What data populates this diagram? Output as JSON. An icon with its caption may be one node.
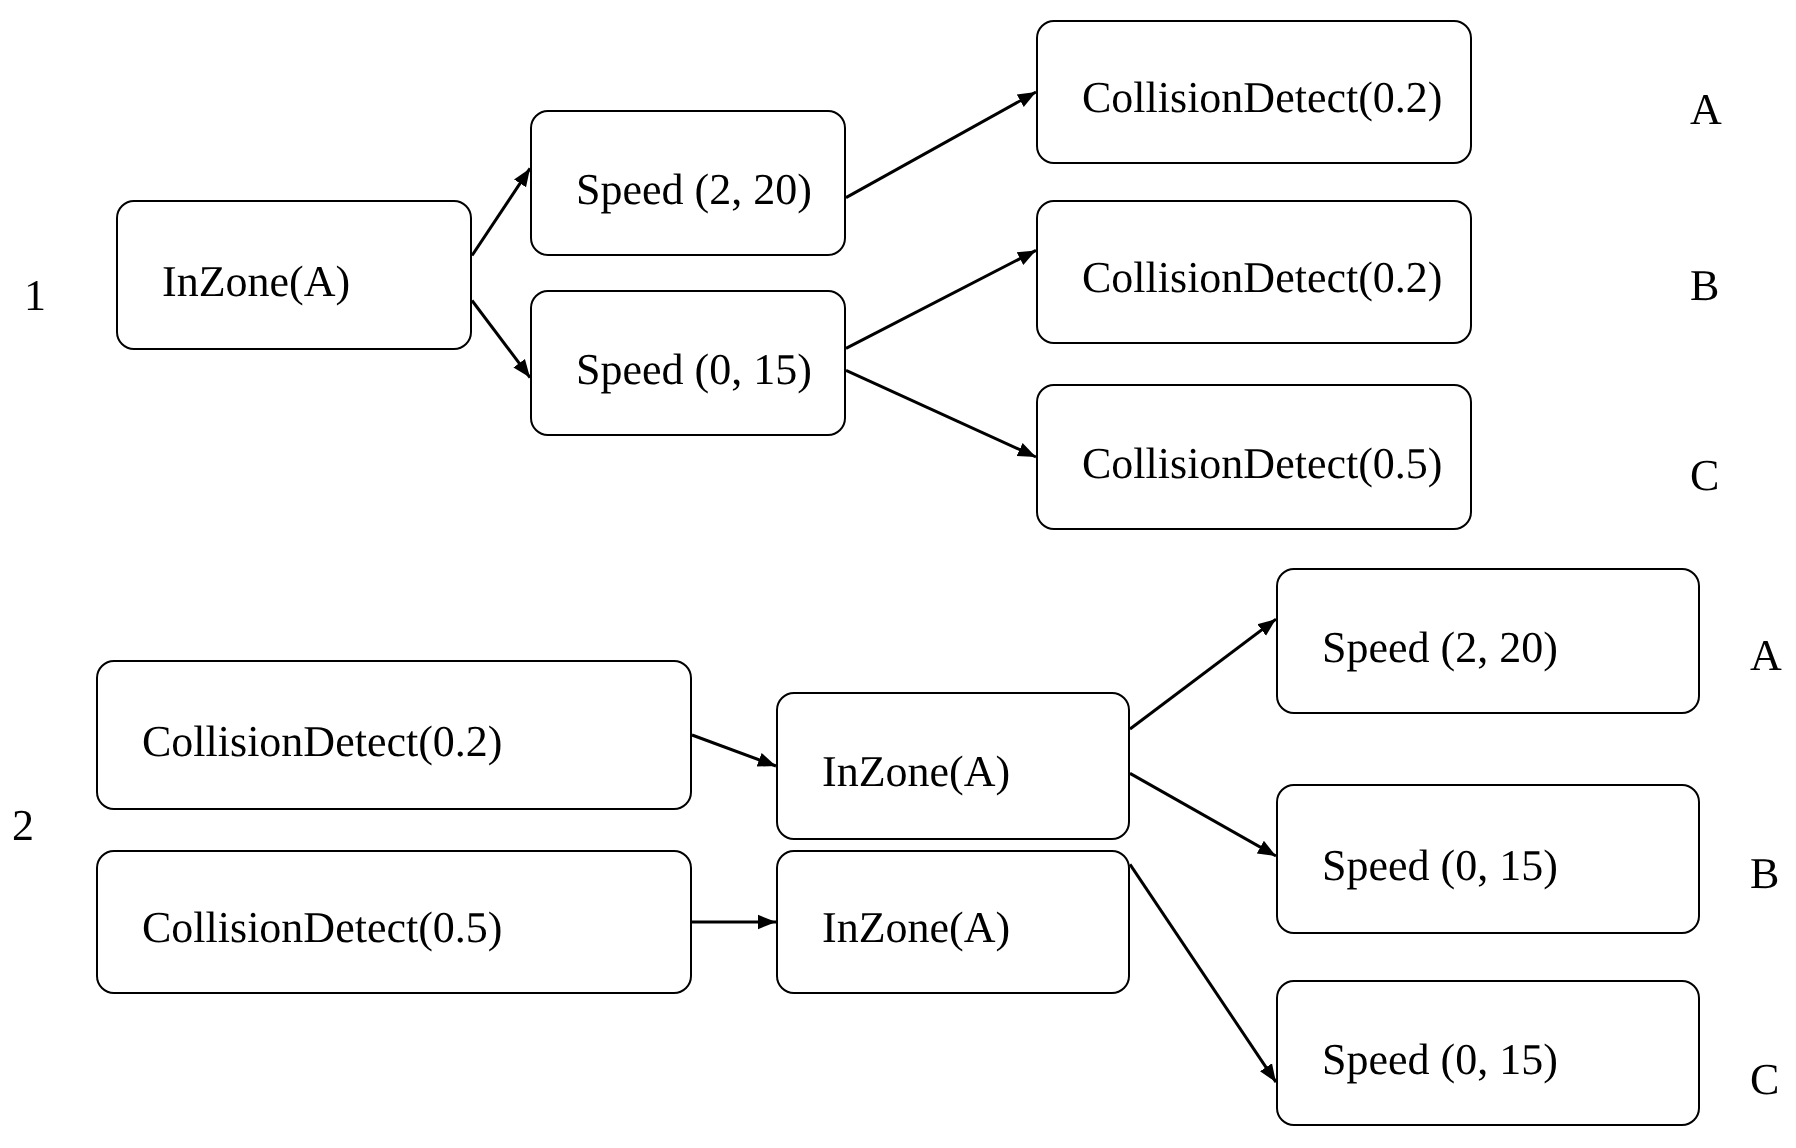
{
  "diagram": {
    "nodes": [
      {
        "text": [
          "InZone(A)"
        ]
      },
      {
        "text": [
          "Speed (2, 20)"
        ]
      },
      {
        "text": [
          "Speed (0, 15)"
        ]
      },
      {
        "text": [
          "CollisionDetect(0.2)"
        ]
      },
      {
        "text": [
          "CollisionDetect(0.2)"
        ]
      },
      {
        "text": [
          "CollisionDetect(0.5)"
        ]
      },
      {
        "text": [
          "CollisionDetect(0.2)"
        ]
      },
      {
        "text": [
          "CollisionDetect(0.5)"
        ]
      },
      {
        "text": [
          "InZone(A)"
        ]
      },
      {
        "text": [
          "InZone(A)"
        ]
      },
      {
        "text": [
          "Speed (2, 20)"
        ]
      },
      {
        "text": [
          "Speed (0, 15)"
        ]
      },
      {
        "text": [
          "Speed (0, 15)"
        ]
      }
    ],
    "edges": [
      {
        "from": 0,
        "to": 1,
        "arrow": "to"
      },
      {
        "from": 0,
        "to": 2,
        "arrow": "to"
      },
      {
        "from": 1,
        "to": 3,
        "arrow": "to"
      },
      {
        "from": 2,
        "to": 4,
        "arrow": "to"
      },
      {
        "from": 2,
        "to": 5,
        "arrow": "to"
      },
      {
        "from": 6,
        "to": 8,
        "arrow": "to"
      },
      {
        "from": 7,
        "to": 9,
        "arrow": "to"
      },
      {
        "from": 8,
        "to": 10,
        "arrow": "to"
      },
      {
        "from": 8,
        "to": 11,
        "arrow": "to"
      },
      {
        "from": 9,
        "to": 12,
        "arrow": "to"
      }
    ],
    "labels": [
      "A",
      "1",
      "B",
      "C",
      "A",
      "2",
      "B",
      "C"
    ]
  }
}
